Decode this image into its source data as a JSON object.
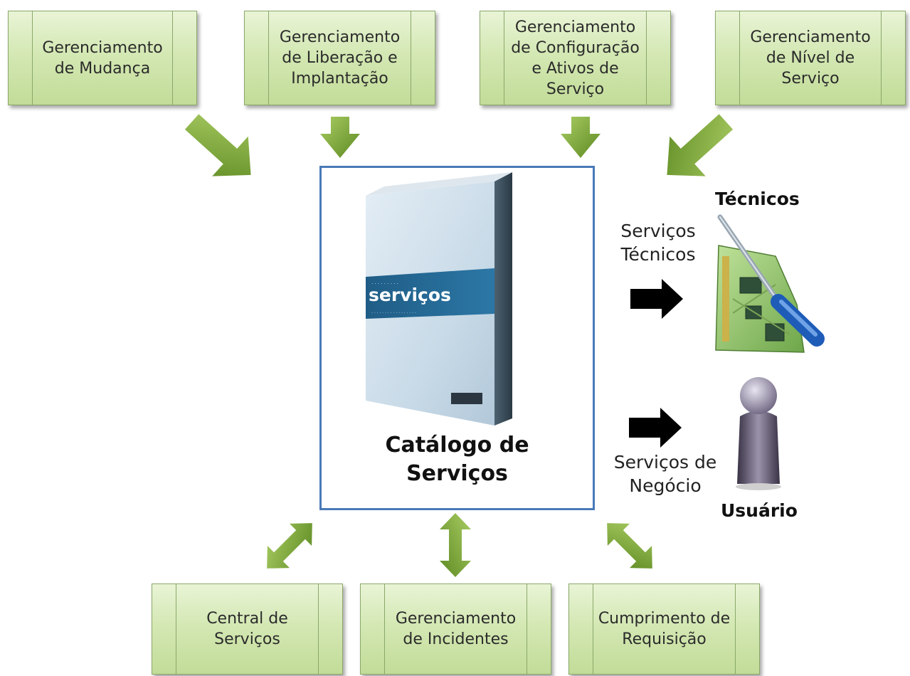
{
  "top_processes": [
    "Gerenciamento de Mudança",
    "Gerenciamento de Liberação e Implantação",
    "Gerenciamento de Configuração e Ativos de Serviço",
    "Gerenciamento de Nível de Serviço"
  ],
  "bottom_processes": [
    "Central de Serviços",
    "Gerenciamento de Incidentes",
    "Cumprimento de Requisição"
  ],
  "catalog": {
    "title_line1": "Catálogo de",
    "title_line2": "Serviços",
    "box_word": "serviços"
  },
  "technical": {
    "label_line1": "Serviços",
    "label_line2": "Técnicos",
    "role": "Técnicos"
  },
  "business": {
    "label_line1": "Serviços de",
    "label_line2": "Negócio",
    "role": "Usuário"
  },
  "colors": {
    "process_green": "#c8e0a0",
    "arrow_green": "#6f9a2e",
    "frame_blue": "#4a7ab8",
    "arrow_black": "#000000"
  }
}
